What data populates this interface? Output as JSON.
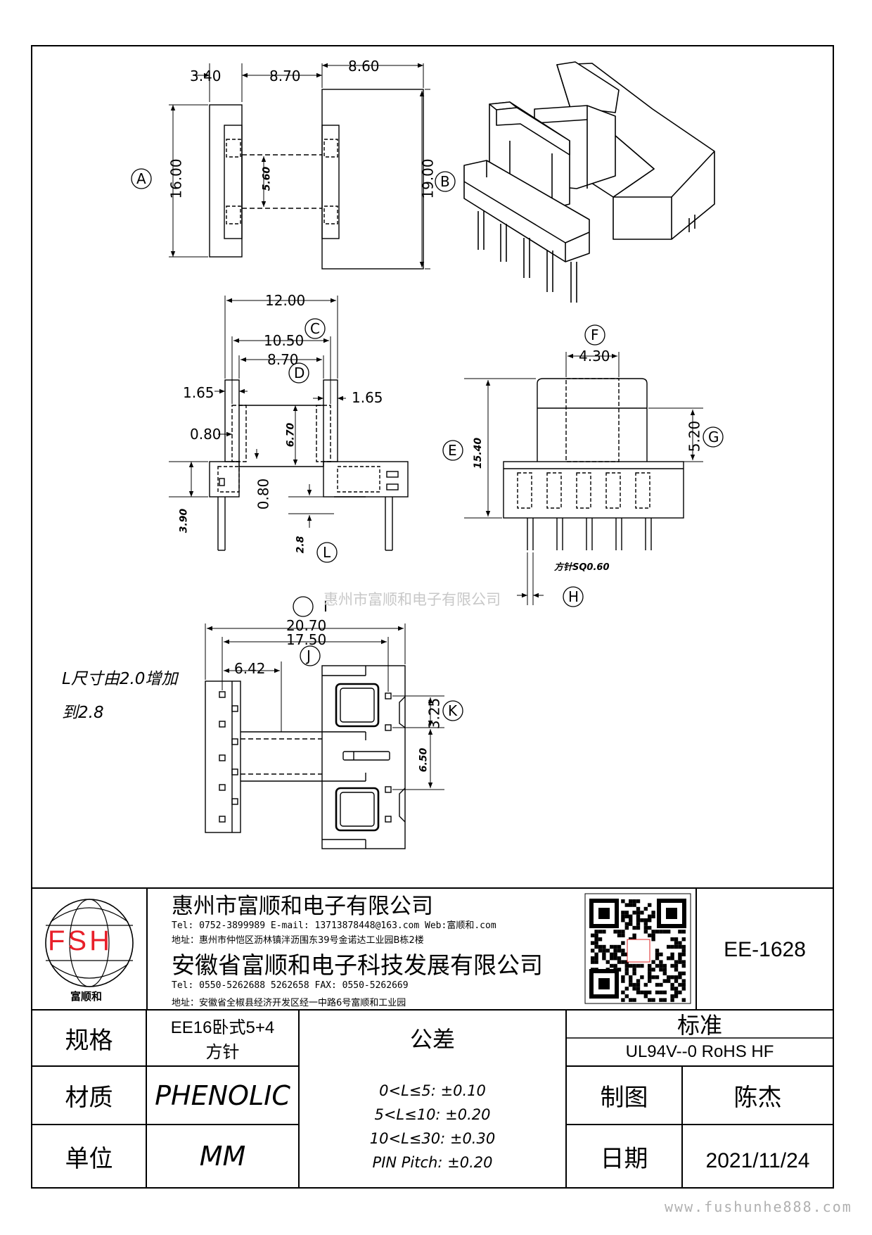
{
  "drawing": {
    "dims_top": {
      "d1": "3.40",
      "d2": "8.70",
      "d3": "8.60",
      "d4": "16.00",
      "d5": "5.60",
      "d6": "19.00"
    },
    "dims_mid": {
      "w12": "12.00",
      "w105": "10.50",
      "w87": "8.70",
      "s165l": "1.65",
      "s165r": "1.65",
      "s080a": "0.80",
      "h670": "6.70",
      "s080b": "0.80",
      "h390": "3.90",
      "h28": "2.8"
    },
    "dims_right": {
      "w430": "4.30",
      "h1540": "15.40",
      "h520": "5.20",
      "pin": "方针SQ0.60"
    },
    "dims_bottom": {
      "w2070": "20.70",
      "w1750": "17.50",
      "w642": "6.42",
      "h325": "3.25",
      "h650": "6.50"
    },
    "labels": {
      "A": "A",
      "B": "B",
      "C": "C",
      "D": "D",
      "E": "E",
      "F": "F",
      "G": "G",
      "H": "H",
      "I": "I",
      "J": "J",
      "K": "K",
      "L": "L"
    },
    "watermark_mid": "惠州市富顺和电子有限公司",
    "note_line1": "L尺寸由2.0增加",
    "note_line2": "到2.8"
  },
  "title_block": {
    "logo_letters": "FSH",
    "logo_caption": "富顺和",
    "company1": "惠州市富顺和电子有限公司",
    "contact1": "Tel: 0752-3899989 E-mail: 13713878448@163.com Web:富顺和.com",
    "address1": "地址：惠州市仲恺区沥林镇泮沥围东39号金诺达工业园B栋2楼",
    "company2": "安徽省富顺和电子科技发展有限公司",
    "contact2": "Tel: 0550-5262688 5262658 FAX: 0550-5262669",
    "address2": "地址：安徽省全椒县经济开发区经一中路6号富顺和工业园",
    "part_no": "EE-1628",
    "spec_label": "规格",
    "spec_value_1": "EE16卧式5+4",
    "spec_value_2": "方针",
    "tol_label": "公差",
    "tol_1": "0<L≤5: ±0.10",
    "tol_2": "5<L≤10: ±0.20",
    "tol_3": "10<L≤30: ±0.30",
    "tol_4": "PIN Pitch: ±0.20",
    "std_label": "标准",
    "std_value": "UL94V--0  RoHS HF",
    "mat_label": "材质",
    "mat_value": "PHENOLIC",
    "draw_label": "制图",
    "draw_value": "陈杰",
    "unit_label": "单位",
    "unit_value": "MM",
    "date_label": "日期",
    "date_value": "2021/11/24"
  },
  "footer_url": "www.fushunhe888.com",
  "colors": {
    "logo_red": "#e8202a",
    "ink": "#000000",
    "watermark": "#c8c8c8"
  }
}
